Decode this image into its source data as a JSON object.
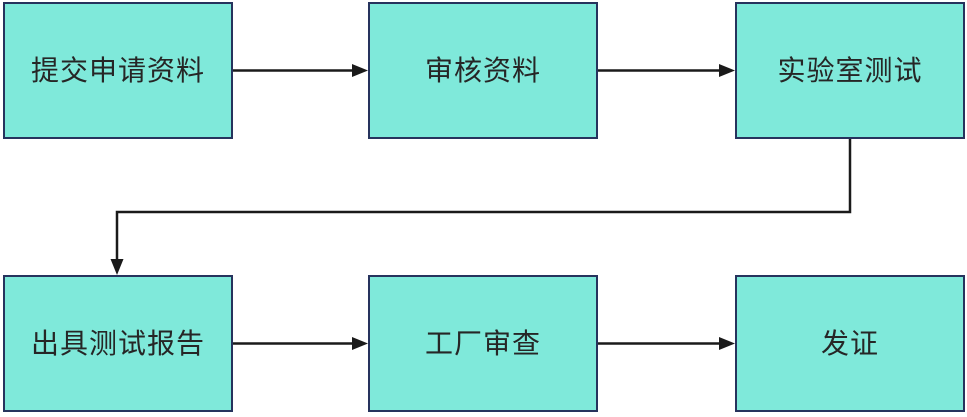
{
  "diagram": {
    "nodes": [
      {
        "id": "submit-application",
        "label": "提交申请资料"
      },
      {
        "id": "review-materials",
        "label": "审核资料"
      },
      {
        "id": "lab-testing",
        "label": "实验室测试"
      },
      {
        "id": "issue-test-report",
        "label": "出具测试报告"
      },
      {
        "id": "factory-audit",
        "label": "工厂审查"
      },
      {
        "id": "issue-certificate",
        "label": "发证"
      }
    ],
    "edges": [
      {
        "from": "提交申请资料",
        "to": "审核资料"
      },
      {
        "from": "审核资料",
        "to": "实验室测试"
      },
      {
        "from": "实验室测试",
        "to": "出具测试报告"
      },
      {
        "from": "出具测试报告",
        "to": "工厂审查"
      },
      {
        "from": "工厂审查",
        "to": "发证"
      }
    ],
    "theme": {
      "node_fill": "#7FE9DA",
      "node_border": "#26335D",
      "text_color": "#262626",
      "arrow_color": "#1A1A1A",
      "background": "#FFFFFF"
    }
  }
}
